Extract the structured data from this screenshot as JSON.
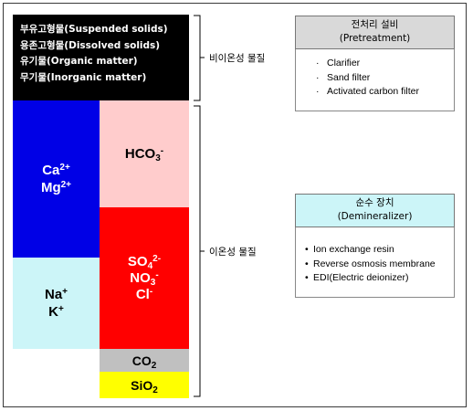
{
  "non_ionic": {
    "lines": [
      "부유고형물(Suspended solids)",
      "용존고형물(Dissolved solids)",
      "유기물(Organic matter)",
      "무기물(Inorganic matter)"
    ],
    "label": "비이온성 물질"
  },
  "ionic": {
    "label": "이온성 물질",
    "cells": {
      "ca": "Ca",
      "ca_charge": "2+",
      "mg": "Mg",
      "mg_charge": "2+",
      "na": "Na",
      "na_charge": "+",
      "k": "K",
      "k_charge": "+",
      "hco": "HCO",
      "hco_sub": "3",
      "hco_charge": "-",
      "so": "SO",
      "so_sub": "4",
      "so_charge": "2-",
      "no": "NO",
      "no_sub": "3",
      "no_charge": "-",
      "cl": "Cl",
      "cl_charge": "-",
      "co2": "CO",
      "co2_sub": "2",
      "sio2": "SiO",
      "sio2_sub": "2"
    }
  },
  "pretreatment": {
    "title_ko": "전처리 설비",
    "title_en": "(Pretreatment)",
    "bullet": "·",
    "items": [
      "Clarifier",
      "Sand filter",
      "Activated carbon filter"
    ]
  },
  "demineralizer": {
    "title_ko": "순수 장치",
    "title_en": "(Demineralizer)",
    "bullet": "•",
    "items": [
      "Ion exchange resin",
      "Reverse osmosis membrane",
      "EDI(Electric deionizer)"
    ]
  },
  "colors": {
    "ca_mg": "#0000e6",
    "na_k": "#ccf5f8",
    "hco3": "#ffcccc",
    "so4_no3_cl": "#ff0000",
    "co2": "#c0c0c0",
    "sio2": "#ffff00",
    "non_ionic": "#000000",
    "pretreatment_header": "#d9d9d9",
    "demineralizer_header": "#ccf5f8"
  }
}
